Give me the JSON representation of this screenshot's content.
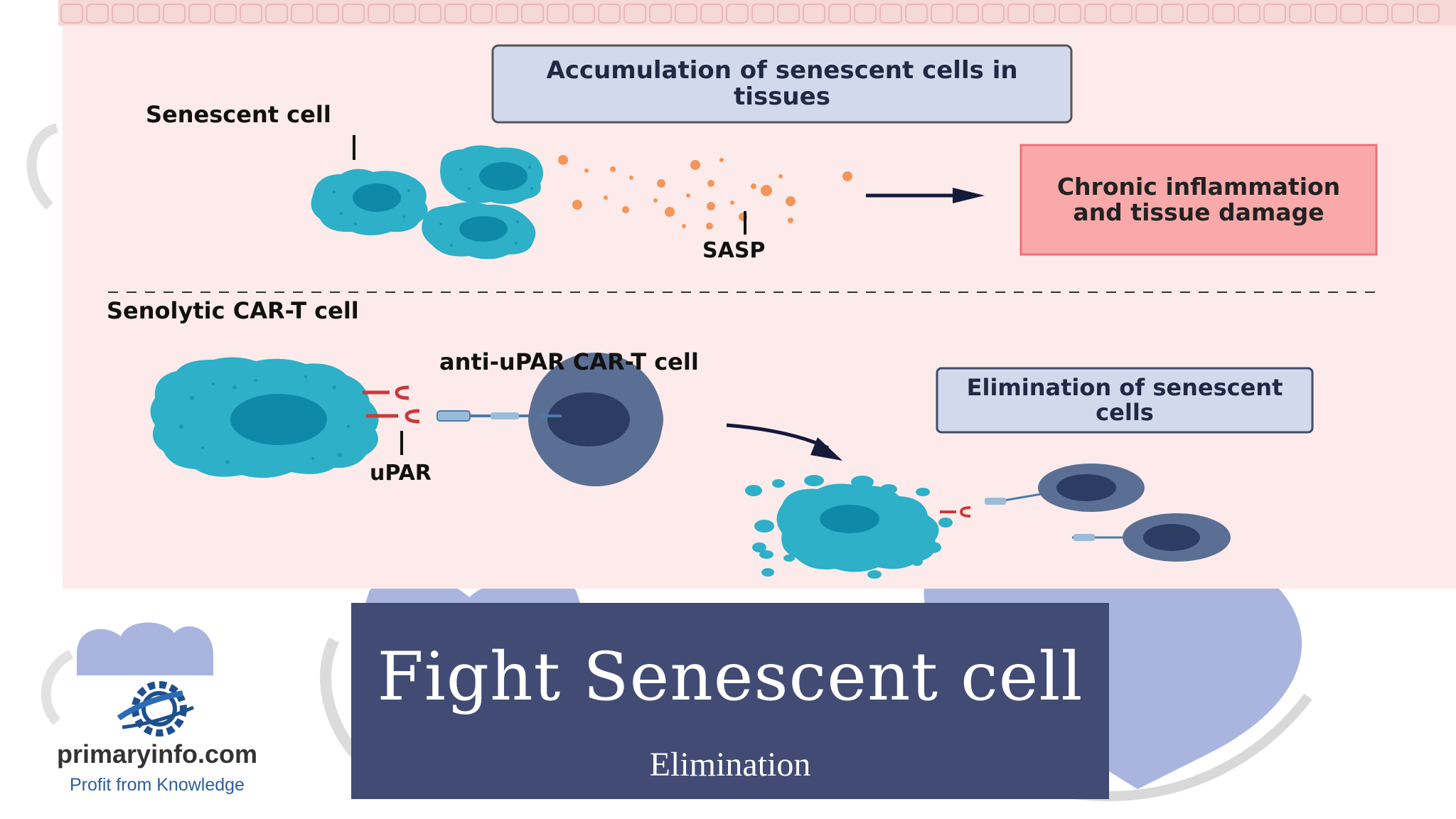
{
  "diagram": {
    "top_banner": "Accumulation of senescent cells in tissues",
    "senescent_cell_label": "Senescent cell",
    "sasp_label": "SASP",
    "chronic_box": "Chronic inflammation and tissue damage",
    "section_label": "Senolytic CAR-T cell",
    "car_t_label": "anti-uPAR CAR-T cell",
    "upar_label": "uPAR",
    "elimination_box": "Elimination of senescent cells"
  },
  "title": {
    "main": "Fight Senescent cell",
    "subtitle": "Elimination"
  },
  "logo": {
    "brand": "primaryinfo.com",
    "tagline": "Profit from Knowledge",
    "icon": "gear-globe-icon"
  },
  "colors": {
    "panel_bg": "#fcebea",
    "cyan_cell": "#2db0c8",
    "tcell": "#5b6f94",
    "banner": "#414b74",
    "box_blue": "#d2d9ec",
    "box_red": "#f9a9a9",
    "sasp_dots": "#f4955a",
    "heart_blue": "#aab5df"
  }
}
